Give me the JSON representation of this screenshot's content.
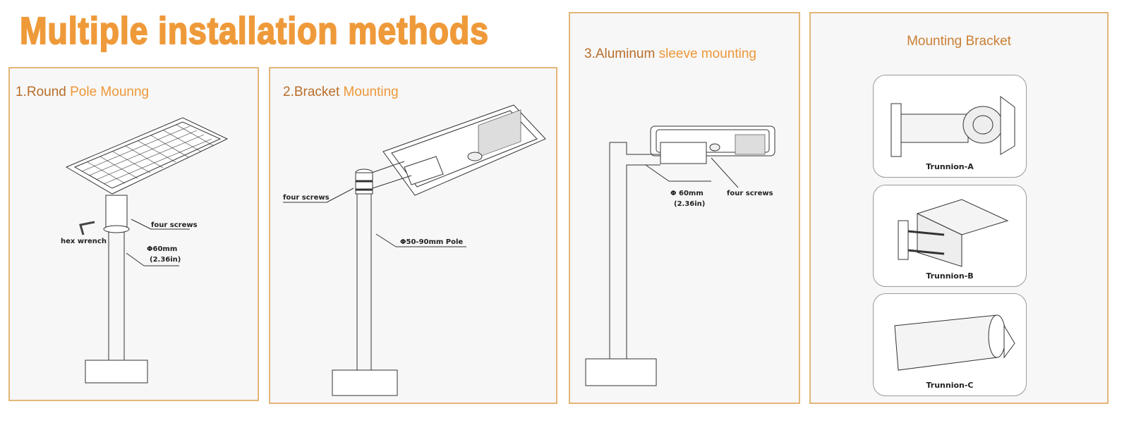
{
  "title": "Multiple installation methods",
  "panels": [
    {
      "num": "1.Round",
      "name": " Pole Mounng",
      "labels": {
        "screws": "four  screws",
        "wrench": "hex wrench",
        "dia": "Φ60mm",
        "dia_in": "(2.36in)"
      }
    },
    {
      "num": "2.Bracket",
      "name": " Mounting",
      "labels": {
        "screws": "four  screws",
        "pole": "Φ50-90mm Pole"
      }
    },
    {
      "num": "3.Aluminum",
      "name": " sleeve mounting",
      "labels": {
        "dia": "Φ 60mm",
        "dia_in": "(2.36in)",
        "screws": "four  screws"
      }
    },
    {
      "title": "Mounting Bracket",
      "items": [
        "Trunnion-A",
        "Trunnion-B",
        "Trunnion-C"
      ]
    }
  ]
}
